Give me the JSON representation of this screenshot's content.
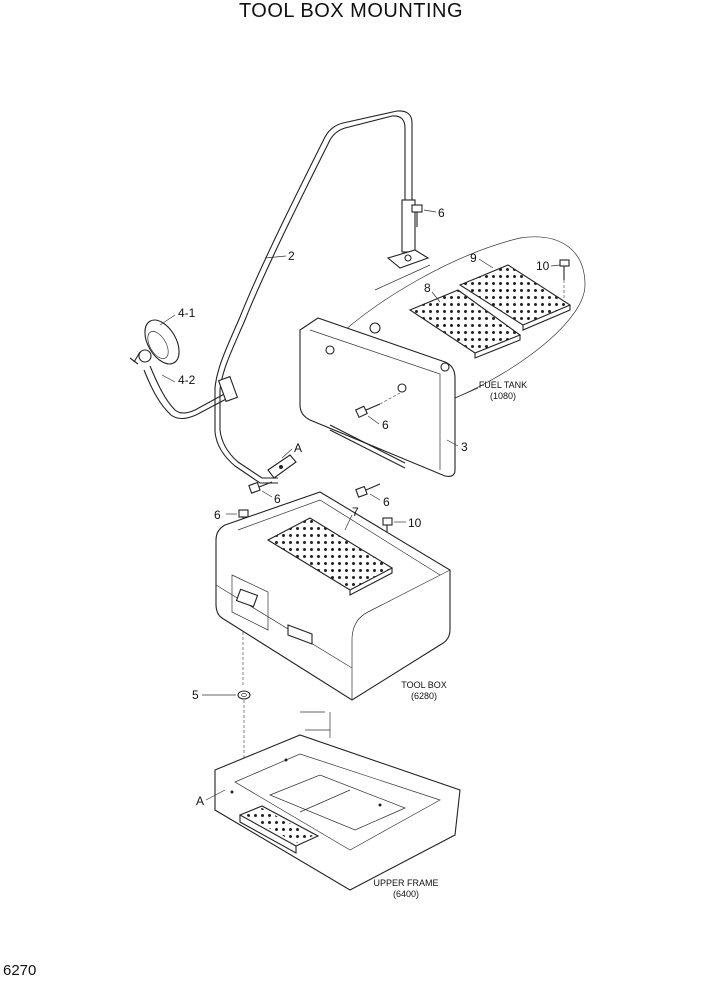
{
  "title": "TOOL BOX MOUNTING",
  "page_number": "6270",
  "callouts": {
    "c_4_1": "4-1",
    "c_4_2": "4-2",
    "c_2": "2",
    "c_6_top": "6",
    "c_9": "9",
    "c_10_top": "10",
    "c_8": "8",
    "c_6_mid": "6",
    "c_3": "3",
    "c_A_top": "A",
    "c_6_left": "6",
    "c_6_right": "6",
    "c_6_far": "6",
    "c_7": "7",
    "c_10_bottom": "10",
    "c_5": "5",
    "c_A_bottom": "A"
  },
  "references": {
    "fuel_tank_name": "FUEL TANK",
    "fuel_tank_code": "(1080)",
    "tool_box_name": "TOOL BOX",
    "tool_box_code": "(6280)",
    "upper_frame_name": "UPPER FRAME",
    "upper_frame_code": "(6400)"
  }
}
